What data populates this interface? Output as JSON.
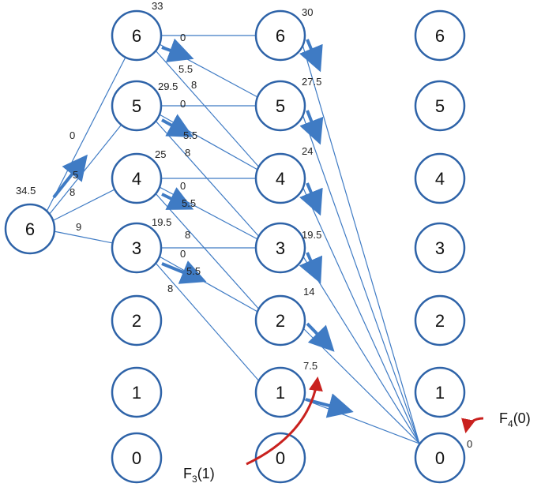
{
  "colors": {
    "node_stroke": "#2E63A8",
    "edge": "#3F7BC4",
    "arrow": "#3F7BC4",
    "red_arrow": "#C9211E",
    "text": "#111111"
  },
  "nodes": {
    "start": "6",
    "col1": [
      "6",
      "5",
      "4",
      "3",
      "2",
      "1",
      "0"
    ],
    "col2": [
      "6",
      "5",
      "4",
      "3",
      "2",
      "1",
      "0"
    ],
    "col3": [
      "6",
      "5",
      "4",
      "3",
      "2",
      "1",
      "0"
    ]
  },
  "values": {
    "start": "34.5",
    "col1": [
      "33",
      "29.5",
      "25",
      "19.5"
    ],
    "col2": [
      "30",
      "27.5",
      "24",
      "19.5",
      "14",
      "7.5"
    ],
    "end": "0"
  },
  "edge_labels": {
    "start_to_col1": [
      "0",
      "5",
      "8",
      "9"
    ],
    "col1_6": [
      "0",
      "5.5",
      "8"
    ],
    "col1_5": [
      "0",
      "5.5",
      "8"
    ],
    "col1_4": [
      "0",
      "5.5",
      "8"
    ],
    "col1_3": [
      "0",
      "5.5",
      "8"
    ]
  },
  "function_labels": {
    "f3": {
      "name": "F",
      "sub": "3",
      "arg": "(1)"
    },
    "f4": {
      "name": "F",
      "sub": "4",
      "arg": "(0)"
    }
  }
}
